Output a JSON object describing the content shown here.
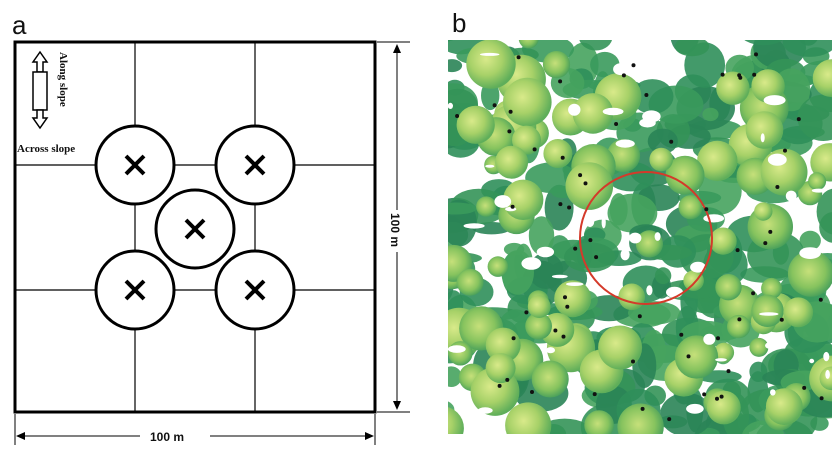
{
  "panel_a": {
    "letter": "a",
    "direction_along": "Along slope",
    "direction_across": "Across slope",
    "width_label": "100 m",
    "height_label": "100 m",
    "subplot_marker": "×"
  },
  "panel_b": {
    "letter": "b",
    "description_colors": {
      "canopy_light": "#c8e27a",
      "canopy_mid": "#8fc85a",
      "canopy_dark": "#2f8f5a",
      "ground": "#ffffff",
      "circle": "#d43a2a",
      "tree_points": "#111111"
    }
  }
}
